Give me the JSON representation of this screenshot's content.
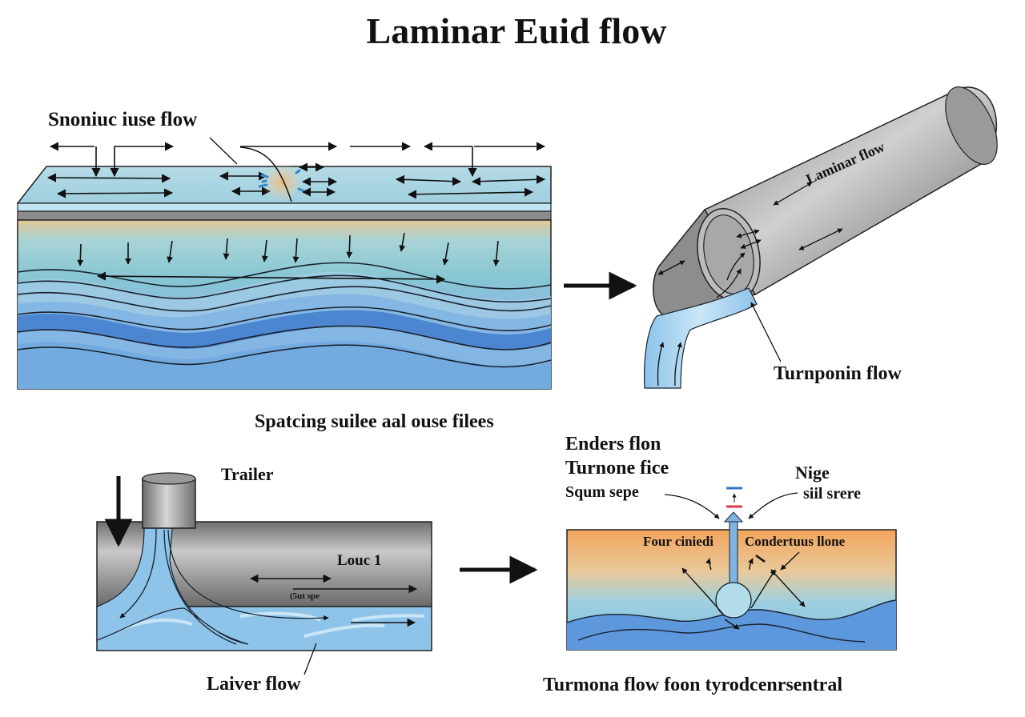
{
  "title": "Laminar Euid flow",
  "panels": {
    "top_left": {
      "label": "Snoniuc iuse flow",
      "caption": "Spatcing suilee aal ouse filees"
    },
    "top_right": {
      "pipe_label": "Laminar flow",
      "pointer_label": "Turnponin flow"
    },
    "bottom_left": {
      "inlet_label": "Trailer",
      "pipe_label": "Louc 1",
      "small_label": "(5ut spe",
      "pointer_label": "Laiver flow"
    },
    "bottom_right": {
      "heading_line1": "Enders flon",
      "heading_line2": "Turnone fice",
      "left_pointer_label": "Squm sepe",
      "right_label_line1": "Nige",
      "right_label_line2": "siil srere",
      "inner_left_label": "Four ciniedi",
      "inner_right_label": "Condertuus llone",
      "caption": "Turmona flow foon tyrodcenrsentral"
    }
  },
  "colors": {
    "water_light": "#a9d8e8",
    "water_mid": "#79b6e0",
    "water_deep": "#4f8fd6",
    "pipe_grey": "#8a8a8a",
    "warm_layer": "#f4a45a",
    "marker_blue": "#2f78c0",
    "marker_red": "#d83a4a"
  }
}
